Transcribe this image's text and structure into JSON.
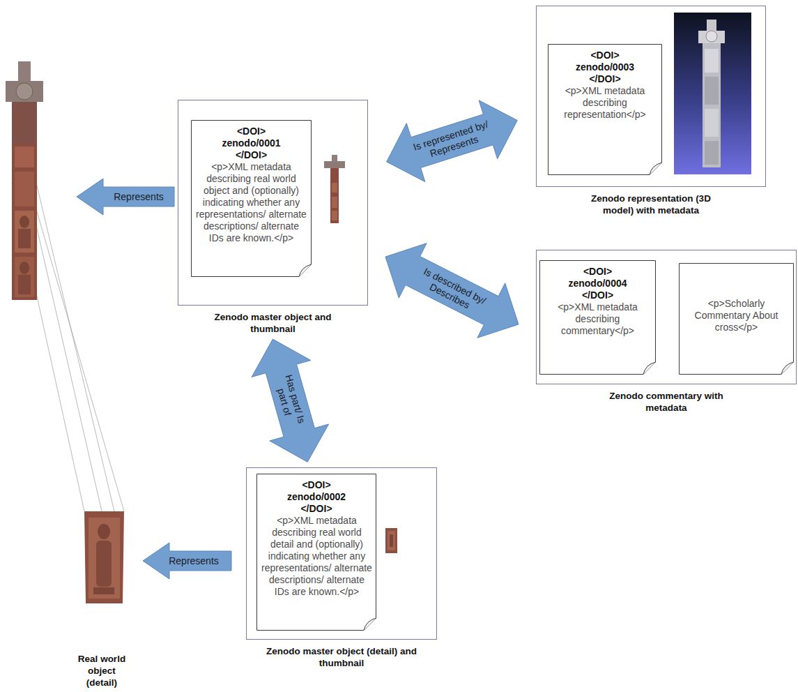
{
  "diagram": {
    "nodes": [
      {
        "text": [
          "Zenodo master object and thumbnail"
        ]
      },
      {
        "text": [
          "<DOI> zenodo/0001 </DOI>",
          "<p>XML metadata describing real world object and (optionally) indicating whether any representations/ alternate descriptions/ alternate IDs are known.</p>"
        ],
        "in": 0
      },
      {
        "text": [
          "Zenodo representation (3D model) with metadata"
        ]
      },
      {
        "text": [
          "<DOI> zenodo/0003 </DOI>",
          "<p>XML metadata describing representation</p>"
        ],
        "in": 2
      },
      {
        "text": [
          "Zenodo commentary with metadata"
        ]
      },
      {
        "text": [
          "<DOI> zenodo/0004 </DOI>",
          "<p>XML metadata describing commentary</p>"
        ],
        "in": 4
      },
      {
        "text": [
          "<p>Scholarly Commentary About cross</p>"
        ],
        "in": 4
      },
      {
        "text": [
          "Zenodo master object (detail) and thumbnail"
        ]
      },
      {
        "text": [
          "<DOI> zenodo/0002 </DOI>",
          "<p>XML metadata describing real world detail and (optionally) indicating whether any representations/ alternate descriptions/ alternate IDs are known.</p>"
        ],
        "in": 7
      }
    ],
    "edges": [
      {
        "from": 0,
        "to": 2,
        "arrow": "both",
        "label": "Is represented by/ Represents"
      },
      {
        "from": 0,
        "to": 4,
        "arrow": "both",
        "label": "Is described by/ Describes"
      },
      {
        "from": 0,
        "to": 7,
        "arrow": "both",
        "label": "Has part/ Is part of"
      }
    ],
    "labels": [
      "Represents",
      "Represents",
      "Real world object (detail)"
    ]
  }
}
